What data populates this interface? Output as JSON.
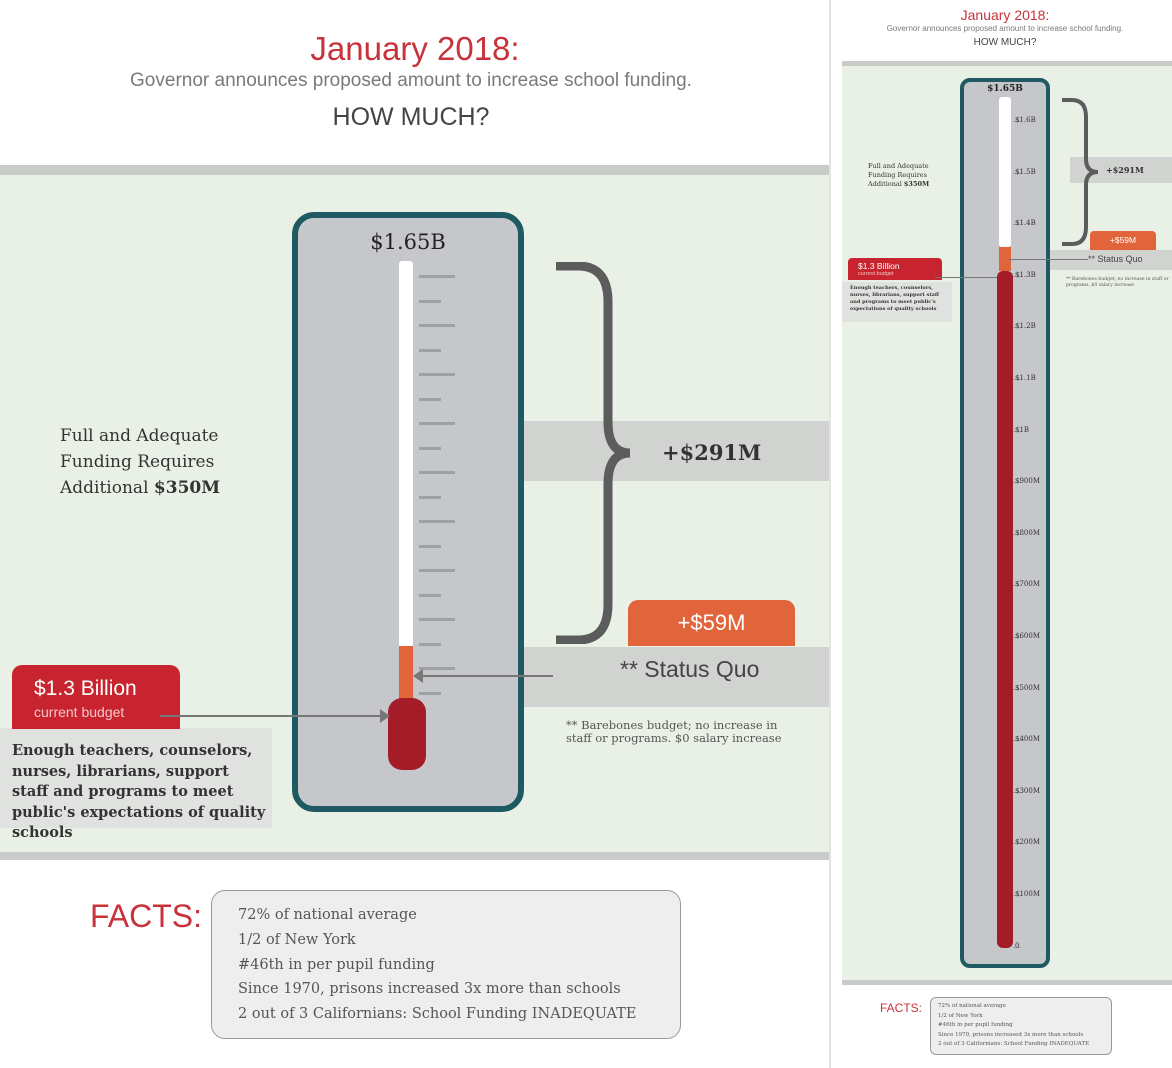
{
  "left": {
    "title": "January 2018:",
    "subtitle": "Governor announces proposed amount to increase school funding.",
    "question": "HOW MUCH?",
    "top_label": "$1.65B",
    "full_funding": {
      "line1": "Full and  Adequate",
      "line2": "Funding Requires",
      "line3_prefix": "Additional ",
      "line3_bold": "$350M"
    },
    "gap_label": "+$291M",
    "increase_label": "+$59M",
    "status_quo": "** Status Quo",
    "barebones_note": "** Barebones budget; no increase in staff or programs. $0 salary increase",
    "current_budget": {
      "amount": "$1.3 Billion",
      "caption": "current budget"
    },
    "description": "Enough teachers, counselors, nurses, librarians, support staff and programs to meet public's expectations of quality schools",
    "facts_title": "FACTS:",
    "facts": [
      "72% of national average",
      "1/2 of New York",
      "#46th in per pupil funding",
      "Since 1970, prisons increased 3x more than schools",
      "2 out of 3 Californians: School Funding INADEQUATE"
    ]
  },
  "right": {
    "title": "January 2018:",
    "subtitle": "Governor announces proposed amount to increase school funding.",
    "question": "HOW MUCH?",
    "top_label": "$1.65B",
    "scale_labels": [
      "$1.6B",
      "$1.5B",
      "$1.4B",
      "$1.3B",
      "$1.2B",
      "$1.1B",
      "$1B",
      "$900M",
      "$800M",
      "$700M",
      "$600M",
      "$500M",
      "$400M",
      "$300M",
      "$200M",
      "$100M",
      "0"
    ],
    "full_funding": {
      "line1": "Full and  Adequate",
      "line2": "Funding Requires",
      "line3_prefix": "Additional ",
      "line3_bold": "$350M"
    },
    "gap_label": "+$291M",
    "increase_label": "+$59M",
    "status_quo": "** Status Quo",
    "barebones_note": "** Barebones budget; no increase in staff or programs. $0 salary increase",
    "current_budget": {
      "amount": "$1.3 Billion",
      "caption": "current budget"
    },
    "description": "Enough teachers, counselors, nurses, librarians, support staff and programs to meet public's expectations of quality schools",
    "facts_title": "FACTS:",
    "facts": [
      "72% of national average",
      "1/2 of New York",
      "#46th in per pupil funding",
      "Since 1970, prisons increased 3x more than schools",
      "2 out of 3 Californians: School Funding INADEQUATE"
    ]
  },
  "colors": {
    "accent_red": "#c8323a",
    "budget_red": "#c8242f",
    "increase_orange": "#e2643a",
    "thermometer_border": "#1f5a62",
    "band_green": "#e9f1e6"
  }
}
